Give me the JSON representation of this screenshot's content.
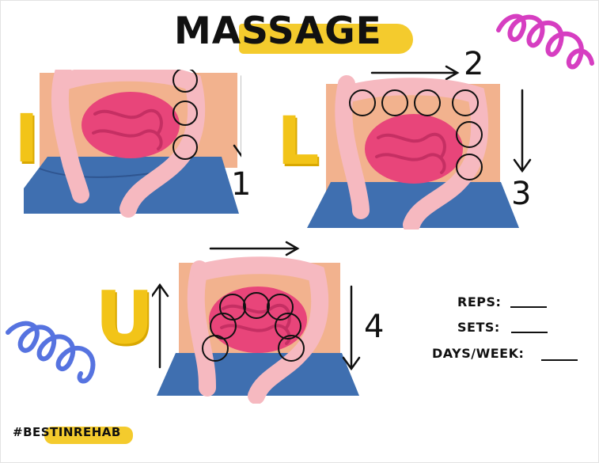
{
  "title": "MASSAGE",
  "steps": [
    {
      "letter": "I",
      "number": "1"
    },
    {
      "letter": "L",
      "number": "2",
      "number_b": "3"
    },
    {
      "letter": "U",
      "number": "4"
    }
  ],
  "form": {
    "reps_label": "REPS:",
    "sets_label": "SETS:",
    "days_label": "DAYS/WEEK:"
  },
  "hashtag": "#BESTINREHAB",
  "colors": {
    "accent_yellow": "#f4cb2d",
    "skin": "#f2b28e",
    "jeans": "#3f6fb0",
    "intestine_pink": "#e8457a",
    "colon": "#f6b9c0",
    "spiral_magenta": "#d63ec1",
    "spiral_blue": "#5673e0"
  }
}
